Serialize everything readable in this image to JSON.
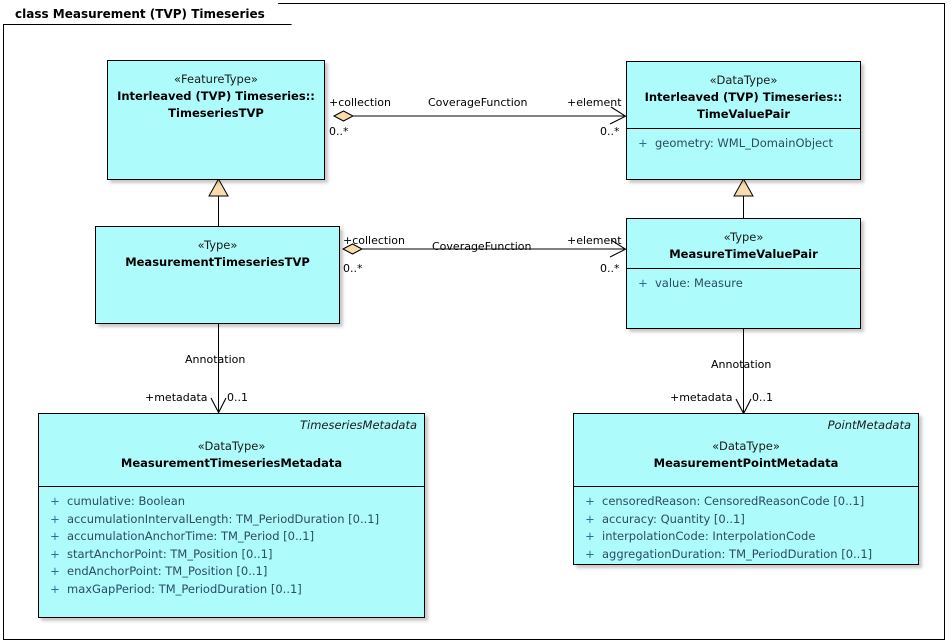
{
  "diagram": {
    "title": "class Measurement (TVP) Timeseries"
  },
  "classes": {
    "timeseries_tvp": {
      "stereotype": "«FeatureType»",
      "name_line1": "Interleaved (TVP) Timeseries::",
      "name_line2": "TimeseriesTVP",
      "alias": "",
      "attributes": []
    },
    "time_value_pair": {
      "stereotype": "«DataType»",
      "name_line1": "Interleaved (TVP) Timeseries::",
      "name_line2": "TimeValuePair",
      "alias": "",
      "attributes": [
        {
          "visibility": "+",
          "text": "geometry: WML_DomainObject"
        }
      ]
    },
    "measurement_timeseries_tvp": {
      "stereotype": "«Type»",
      "name_line1": "MeasurementTimeseriesTVP",
      "name_line2": "",
      "alias": "",
      "attributes": []
    },
    "measure_time_value_pair": {
      "stereotype": "«Type»",
      "name_line1": "MeasureTimeValuePair",
      "name_line2": "",
      "alias": "",
      "attributes": [
        {
          "visibility": "+",
          "text": "value: Measure"
        }
      ]
    },
    "measurement_timeseries_metadata": {
      "stereotype": "«DataType»",
      "name_line1": "MeasurementTimeseriesMetadata",
      "name_line2": "",
      "alias": "TimeseriesMetadata",
      "attributes": [
        {
          "visibility": "+",
          "text": "cumulative: Boolean"
        },
        {
          "visibility": "+",
          "text": "accumulationIntervalLength: TM_PeriodDuration [0..1]"
        },
        {
          "visibility": "+",
          "text": "accumulationAnchorTime: TM_Period [0..1]"
        },
        {
          "visibility": "+",
          "text": "startAnchorPoint: TM_Position [0..1]"
        },
        {
          "visibility": "+",
          "text": "endAnchorPoint: TM_Position [0..1]"
        },
        {
          "visibility": "+",
          "text": "maxGapPeriod: TM_PeriodDuration [0..1]"
        }
      ]
    },
    "measurement_point_metadata": {
      "stereotype": "«DataType»",
      "name_line1": "MeasurementPointMetadata",
      "name_line2": "",
      "alias": "PointMetadata",
      "attributes": [
        {
          "visibility": "+",
          "text": "censoredReason: CensoredReasonCode [0..1]"
        },
        {
          "visibility": "+",
          "text": "accuracy: Quantity [0..1]"
        },
        {
          "visibility": "+",
          "text": "interpolationCode: InterpolationCode"
        },
        {
          "visibility": "+",
          "text": "aggregationDuration: TM_PeriodDuration [0..1]"
        }
      ]
    }
  },
  "connectors": {
    "coverage_top": {
      "name": "CoverageFunction",
      "source_role": "+collection",
      "source_mult": "0..*",
      "target_role": "+element",
      "target_mult": "0..*"
    },
    "coverage_middle": {
      "name": "CoverageFunction",
      "source_role": "+collection",
      "source_mult": "0..*",
      "target_role": "+element",
      "target_mult": "0..*"
    },
    "annotation_left": {
      "name": "Annotation",
      "source_role": "+metadata",
      "target_mult": "0..1"
    },
    "annotation_right": {
      "name": "Annotation",
      "source_role": "+metadata",
      "target_mult": "0..1"
    }
  },
  "colors": {
    "class_fill": "#aefbfb",
    "diamond_fill": "#f7dcaf",
    "triangle_fill": "#f7dcaf",
    "line": "#000000",
    "attr_text": "#2b4c63"
  }
}
